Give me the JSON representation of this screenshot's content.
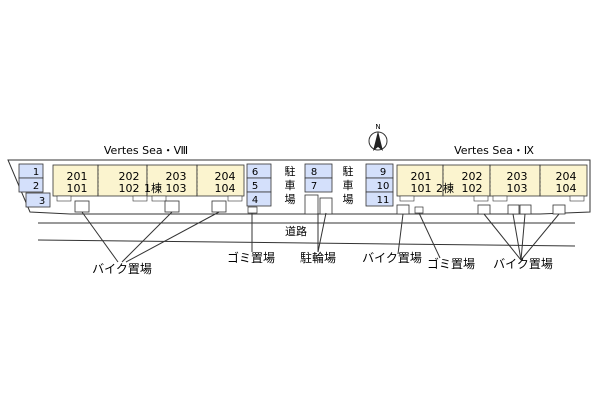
{
  "buildings": {
    "left_name": "Vertes Sea・Ⅷ",
    "right_name": "Vertes Sea・Ⅸ",
    "left_label": "1棟",
    "right_label": "2棟"
  },
  "units_left": [
    {
      "top": "201",
      "bottom": "101"
    },
    {
      "top": "202",
      "bottom": "102"
    },
    {
      "top": "203",
      "bottom": "103"
    },
    {
      "top": "204",
      "bottom": "104"
    }
  ],
  "units_right": [
    {
      "top": "201",
      "bottom": "101"
    },
    {
      "top": "202",
      "bottom": "102"
    },
    {
      "top": "203",
      "bottom": "103"
    },
    {
      "top": "204",
      "bottom": "104"
    }
  ],
  "parking": {
    "left_spaces": [
      "1",
      "2",
      "3"
    ],
    "center_left_spaces": [
      "6",
      "5",
      "4"
    ],
    "center_right_spaces": [
      "8",
      "7"
    ],
    "right_spaces": [
      "9",
      "10",
      "11"
    ],
    "label_chars": [
      "駐",
      "車",
      "場"
    ]
  },
  "labels": {
    "road": "道路",
    "bike_left": "バイク置場",
    "garbage_left": "ゴミ置場",
    "bicycle": "駐輪場",
    "bike_center": "バイク置場",
    "garbage_right": "ゴミ置場",
    "bike_right": "バイク置場",
    "north": "N"
  },
  "colors": {
    "unit_fill": "#fbf4cf",
    "parking_fill": "#d4e0fb",
    "line": "#333333"
  }
}
